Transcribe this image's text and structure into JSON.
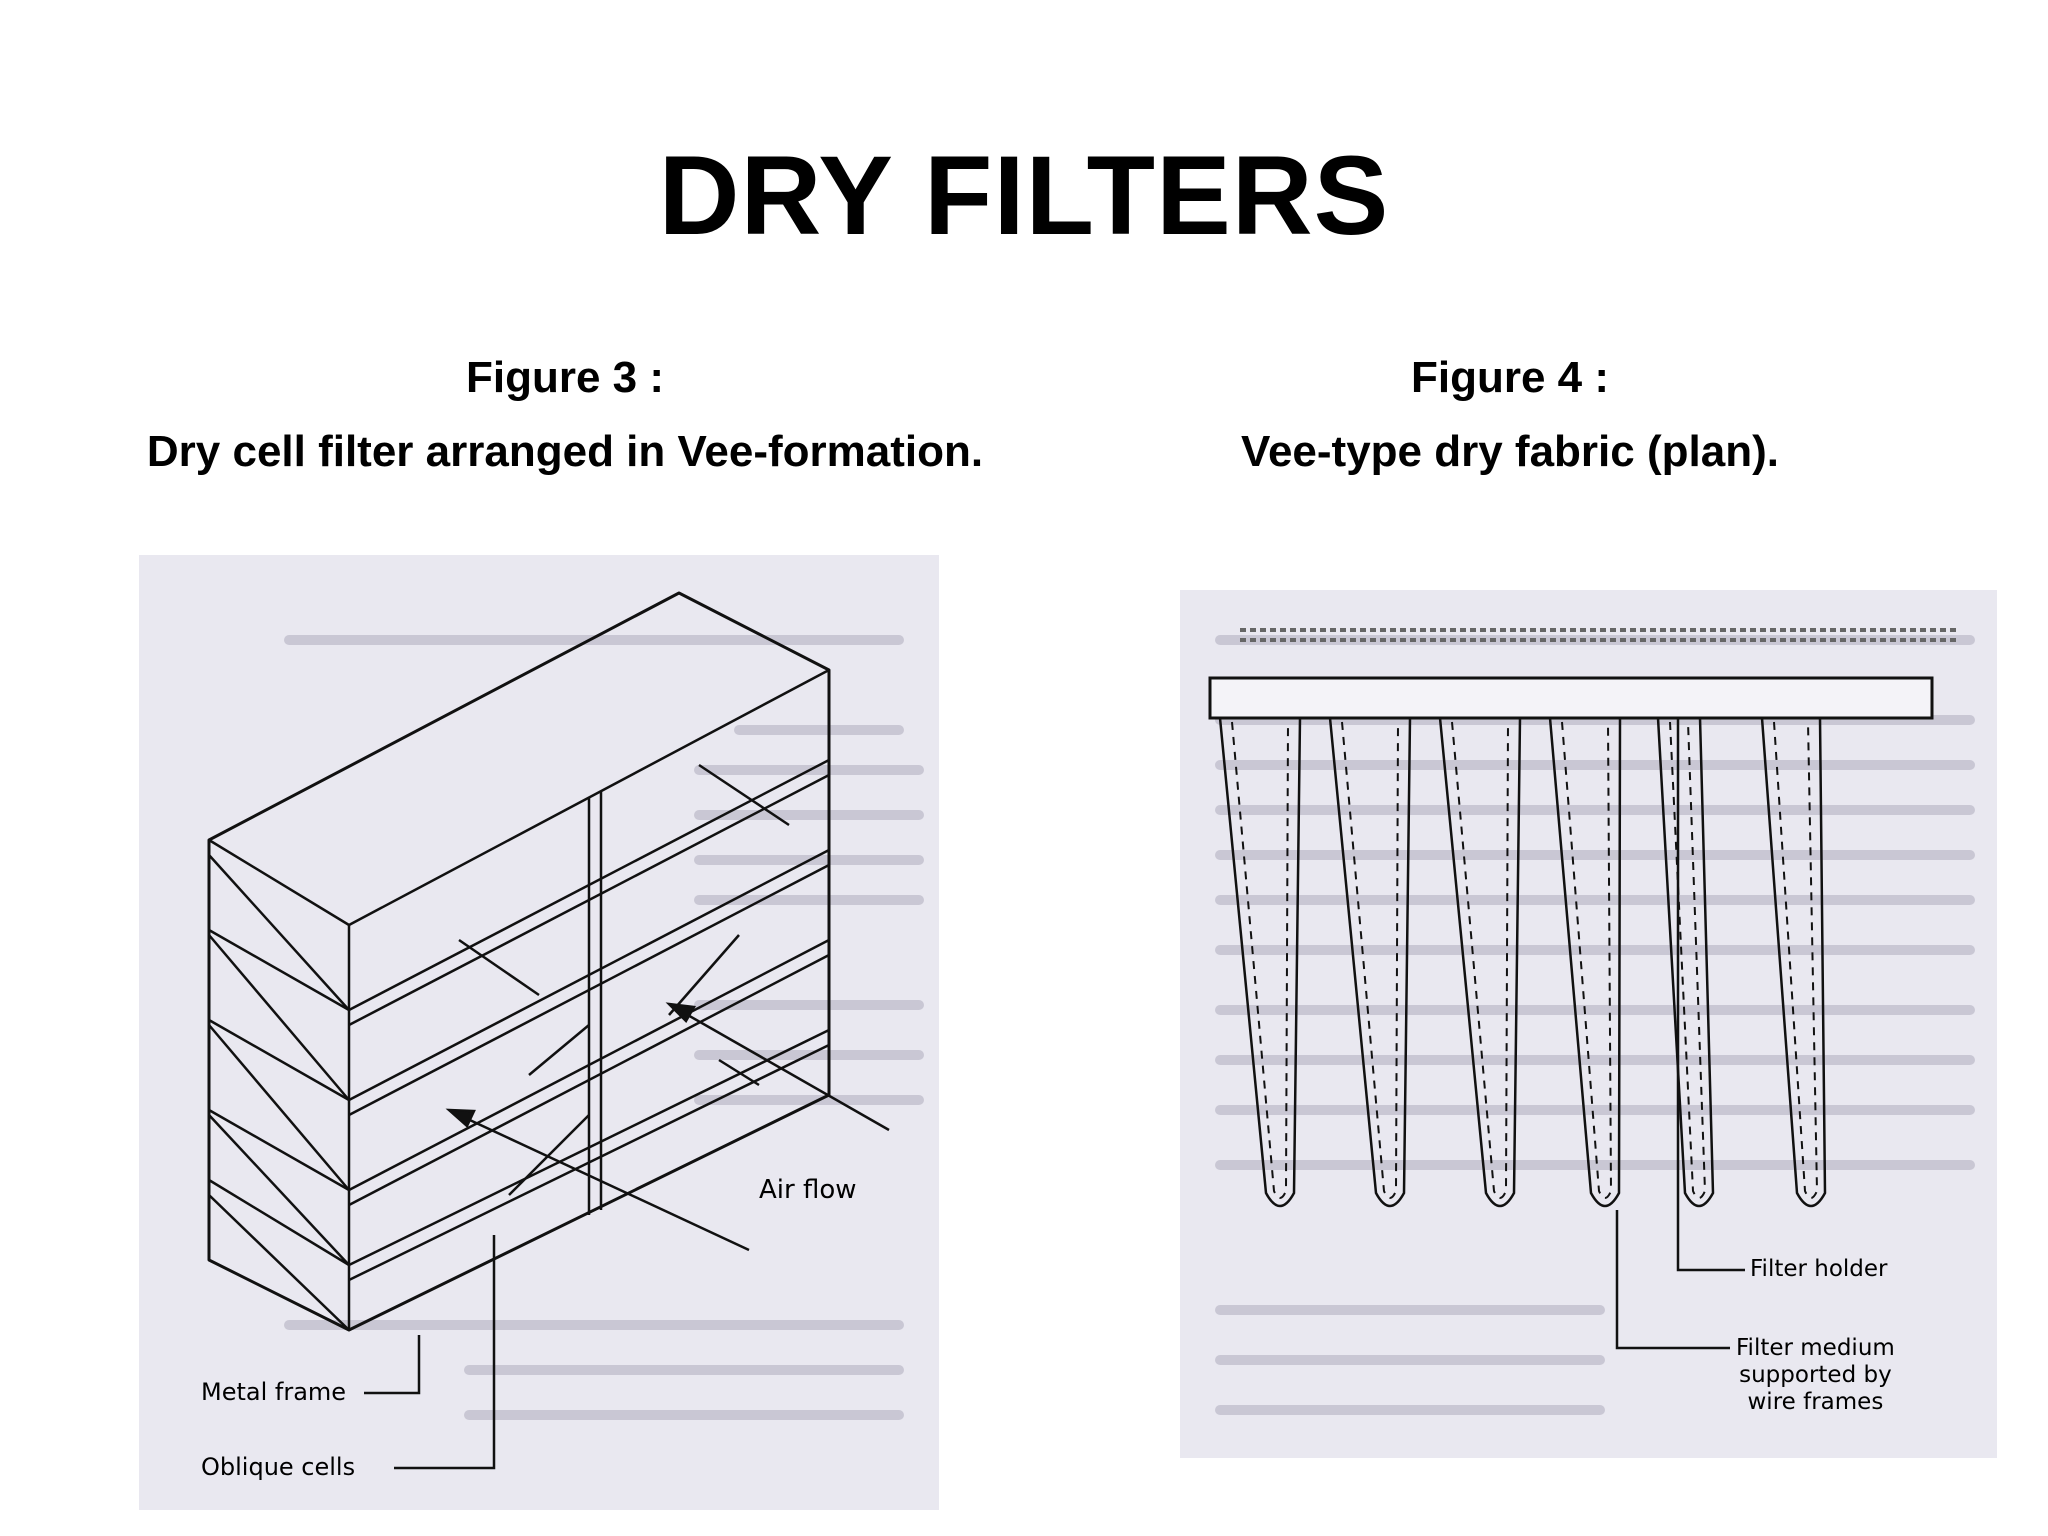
{
  "slide": {
    "title": "DRY FILTERS"
  },
  "figure3": {
    "number": "Figure 3 :",
    "caption": "Dry cell filter arranged in Vee-formation.",
    "labels": {
      "air_flow": "Air flow",
      "metal_frame": "Metal frame",
      "oblique_cells": "Oblique cells"
    }
  },
  "figure4": {
    "number": "Figure 4 :",
    "caption": "Vee-type dry fabric (plan).",
    "labels": {
      "filter_holder": "Filter holder",
      "filter_medium_1": "Filter medium",
      "filter_medium_2": "supported by",
      "filter_medium_3": "wire frames"
    }
  }
}
